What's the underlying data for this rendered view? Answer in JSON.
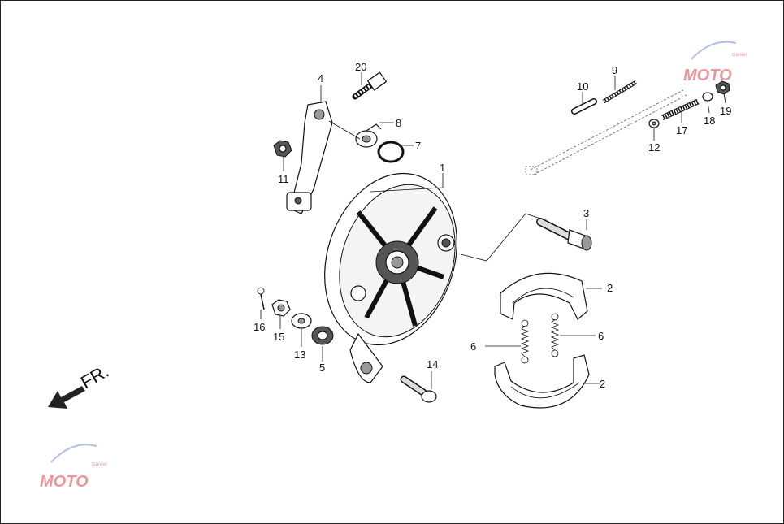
{
  "diagram": {
    "direction_label": "FR.",
    "watermark": {
      "text": "MOTO",
      "sub": "Gareer"
    },
    "callouts": [
      {
        "id": "c1",
        "text": "1"
      },
      {
        "id": "c2a",
        "text": "2"
      },
      {
        "id": "c2b",
        "text": "2"
      },
      {
        "id": "c3",
        "text": "3"
      },
      {
        "id": "c4",
        "text": "4"
      },
      {
        "id": "c5",
        "text": "5"
      },
      {
        "id": "c6a",
        "text": "6"
      },
      {
        "id": "c6b",
        "text": "6"
      },
      {
        "id": "c7",
        "text": "7"
      },
      {
        "id": "c8",
        "text": "8"
      },
      {
        "id": "c9",
        "text": "9"
      },
      {
        "id": "c10",
        "text": "10"
      },
      {
        "id": "c11",
        "text": "11"
      },
      {
        "id": "c12",
        "text": "12"
      },
      {
        "id": "c13",
        "text": "13"
      },
      {
        "id": "c14",
        "text": "14"
      },
      {
        "id": "c15",
        "text": "15"
      },
      {
        "id": "c16",
        "text": "16"
      },
      {
        "id": "c17",
        "text": "17"
      },
      {
        "id": "c18",
        "text": "18"
      },
      {
        "id": "c19",
        "text": "19"
      },
      {
        "id": "c20",
        "text": "20"
      }
    ]
  }
}
